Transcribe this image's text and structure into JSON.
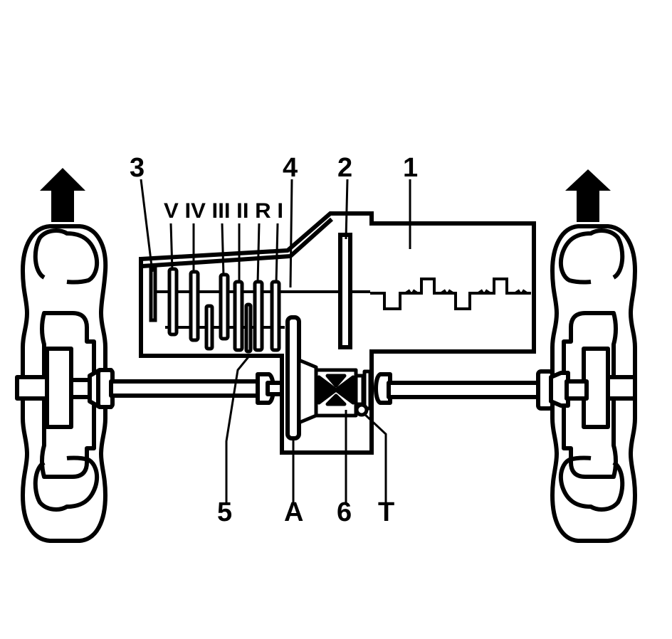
{
  "labels": {
    "l1": "1",
    "l2": "2",
    "l3": "3",
    "l4": "4",
    "l5": "5",
    "l6": "6",
    "lA": "A",
    "lT": "T",
    "gears": "V IV III II R I"
  },
  "colors": {
    "ink": "#000000",
    "paper": "#ffffff"
  },
  "icons": [
    "arrow-up-icon",
    "arrow-up-icon"
  ]
}
